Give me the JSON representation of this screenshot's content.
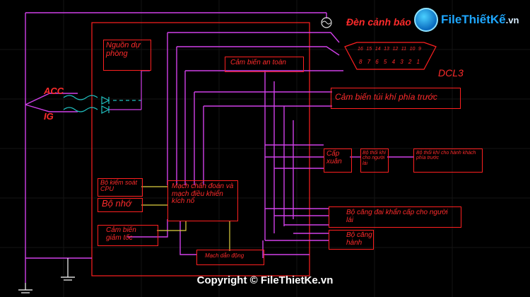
{
  "labels": {
    "warning_light": "Đèn cảnh báo",
    "backup_power": "Nguồn dự phòng",
    "safety_sensor": "Cảm biến an toàn",
    "connector_name": "DCL3",
    "front_airbag_sensor": "Cảm biến túi khí phía trước",
    "acc": "ACC",
    "ig": "IG",
    "power_supply": "Cấp xuân",
    "driver_inflator": "Bộ thổi khí cho người lái",
    "passenger_inflator": "Bộ thổi khí cho hành khách phía trước",
    "cpu_monitor": "Bộ kiểm soát CPU",
    "memory": "Bộ nhớ",
    "diag_control_circuit": "Mạch chẩn đoán và mạch điều khiển kích nổ",
    "seatbelt_pretensioner": "Bộ căng đai khẩn cấp cho người lái",
    "passenger_unit": "Bộ căng hành",
    "decel_sensor": "Cảm biến giảm tốc",
    "drive_circuit": "Mạch dẫn động"
  },
  "connector": {
    "top_pins": [
      "16",
      "15",
      "14",
      "13",
      "12",
      "11",
      "10",
      "9"
    ],
    "bottom_pins": [
      "8",
      "7",
      "6",
      "5",
      "4",
      "3",
      "2",
      "1"
    ]
  },
  "logo": {
    "name": "FileThiếtKế",
    "tld": ".vn"
  },
  "copyright": "Copyright © FileThietKe.vn",
  "colors": {
    "background": "#000000",
    "grid": "#1a1a1a",
    "wire": "#d040e8",
    "box": "#ff2020",
    "label": "#ff2b2b",
    "aux": "#e0d040",
    "ground": "#ffffff",
    "cyan_wire": "#20c0c0"
  }
}
